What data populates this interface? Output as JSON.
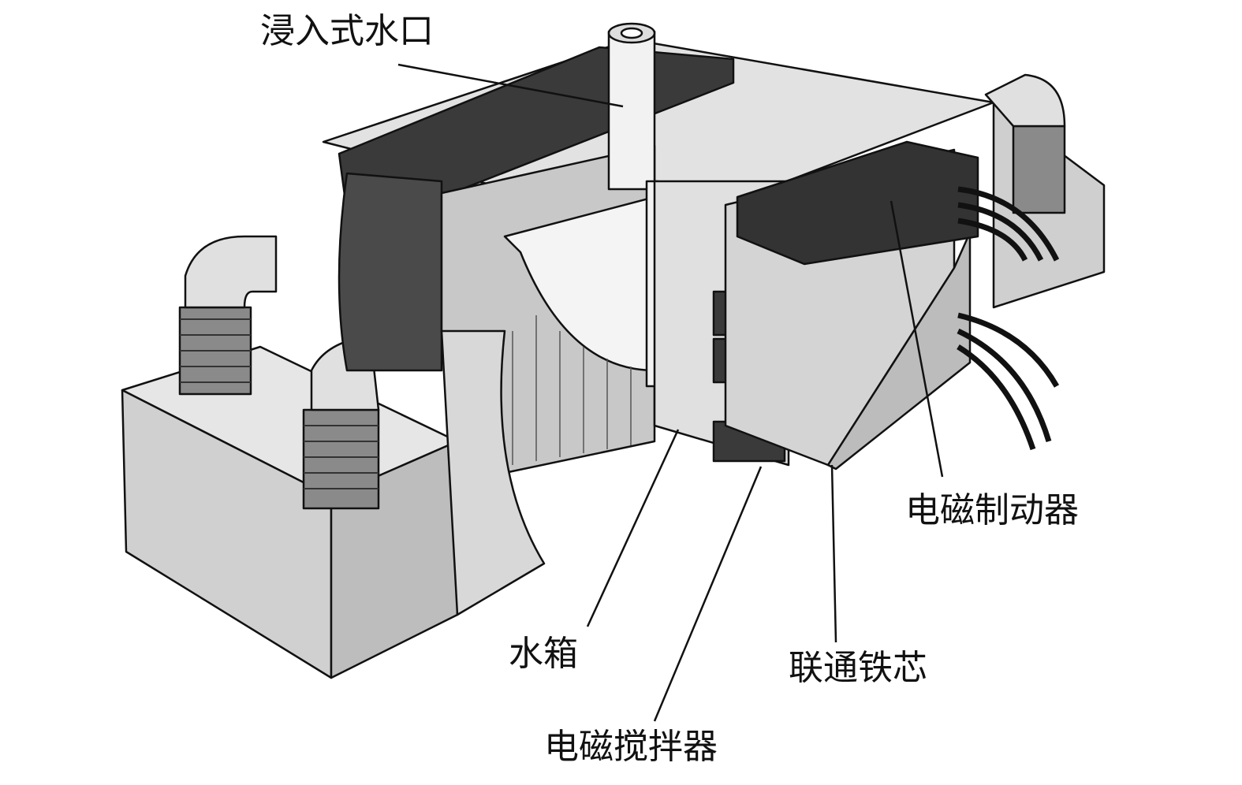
{
  "labels": {
    "nozzle": "浸入式水口",
    "brake": "电磁制动器",
    "mold": "水箱",
    "core": "联通铁芯",
    "stirrer": "电磁搅拌器"
  },
  "colors": {
    "dark": "#3a3a3a",
    "mid": "#9a9a9a",
    "light": "#d9d9d9",
    "pale": "#eeeeee",
    "line": "#111111"
  }
}
